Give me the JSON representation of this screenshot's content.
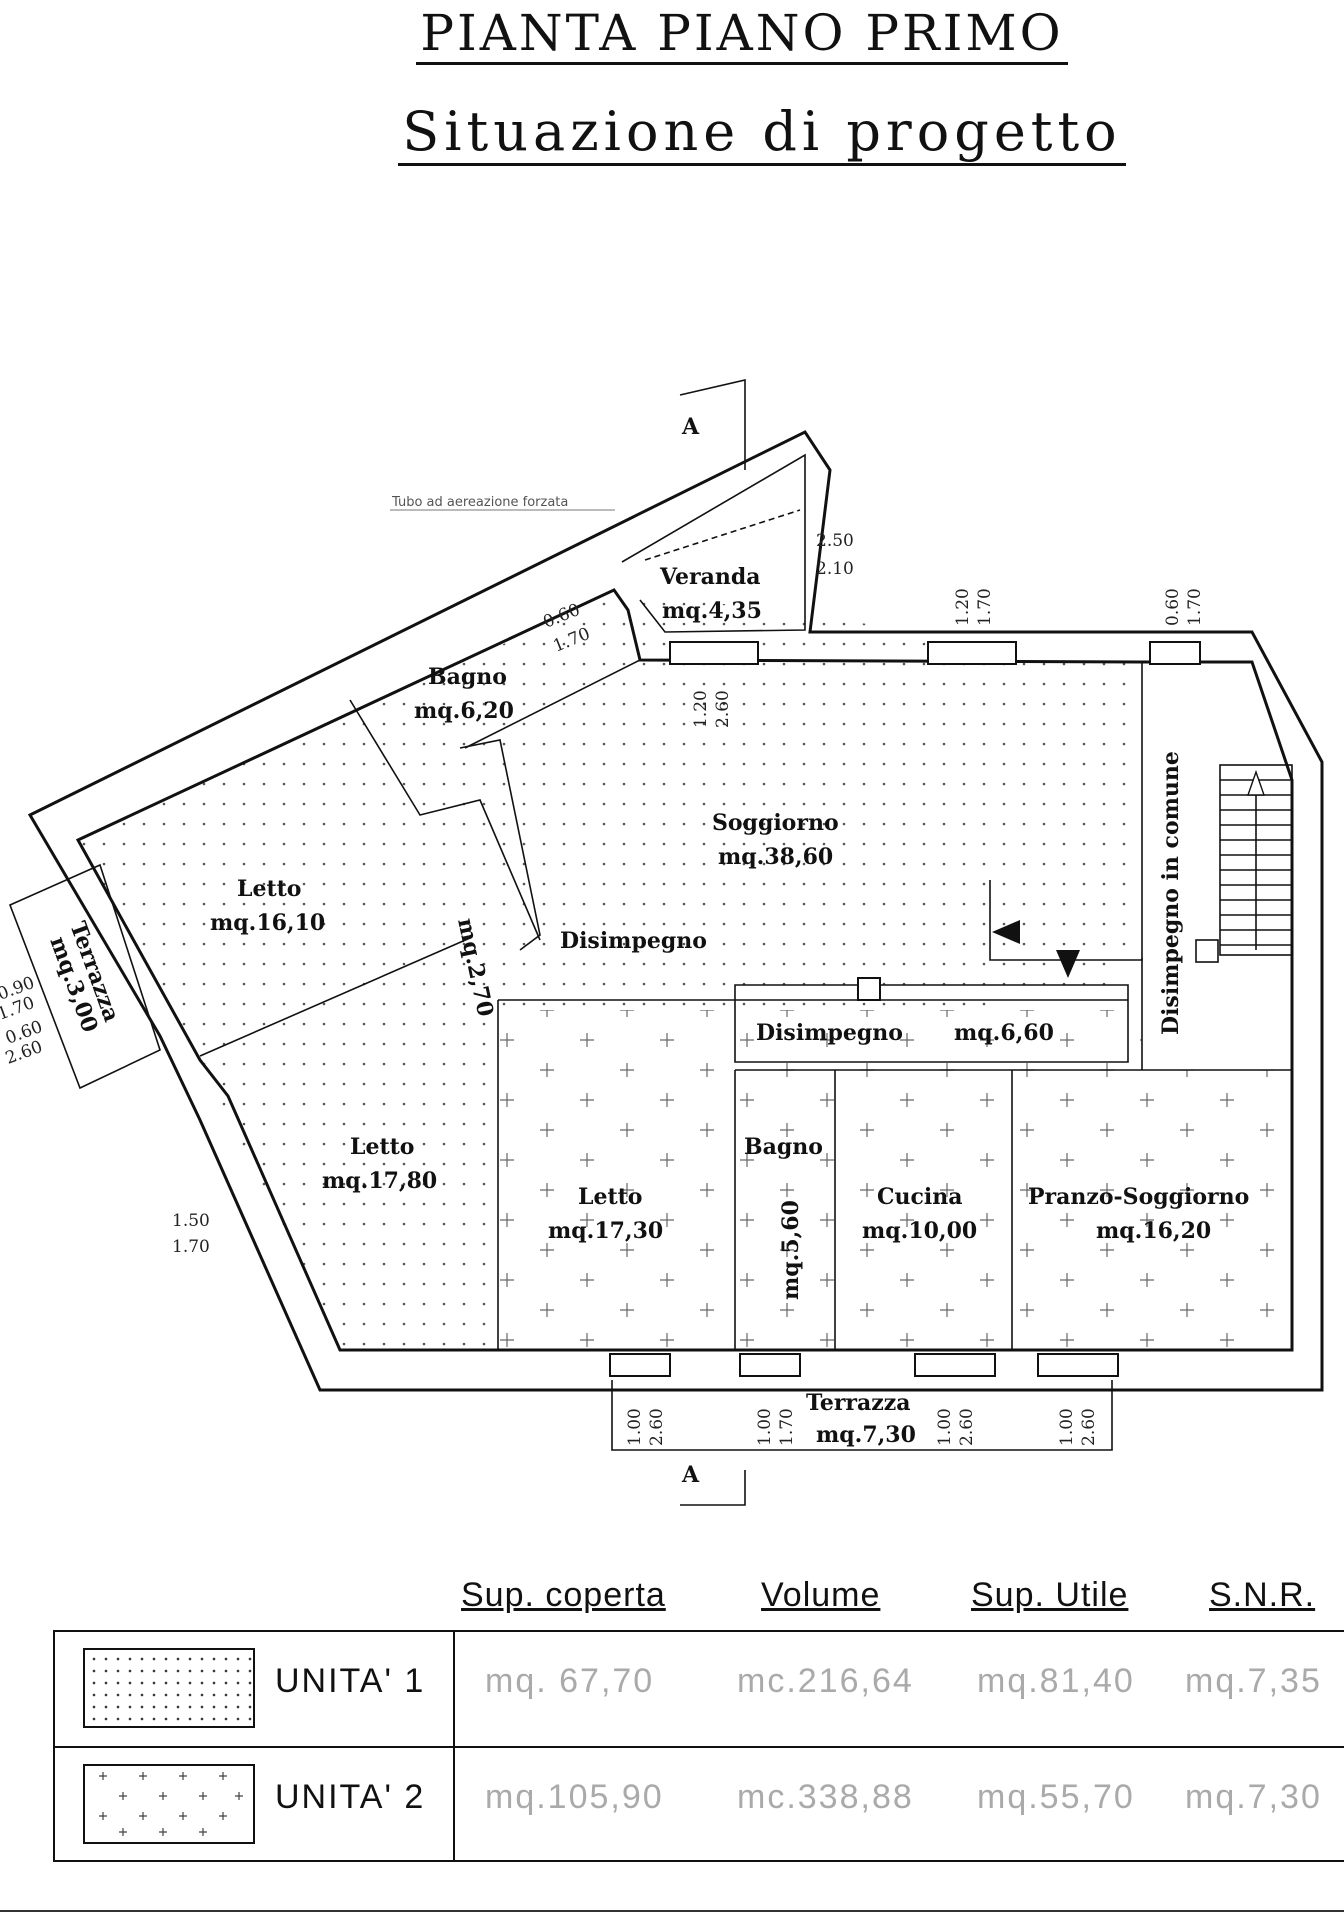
{
  "title": "PIANTA PIANO PRIMO",
  "subtitle": "Situazione di progetto",
  "section_marker": "A",
  "vent_note": "Tubo ad aereazione forzata",
  "rooms": {
    "veranda": {
      "name": "Veranda",
      "area": "mq.4,35"
    },
    "bagno_top": {
      "name": "Bagno",
      "area": "mq.6,20"
    },
    "soggiorno": {
      "name": "Soggiorno",
      "area": "mq.38,60"
    },
    "letto_1": {
      "name": "Letto",
      "area": "mq.16,10"
    },
    "disimpegno_small": {
      "name": "Disimpegno",
      "area": "mq.2,70"
    },
    "terrazza_side": {
      "name": "Terrazza",
      "area": "mq.3,00"
    },
    "letto_2": {
      "name": "Letto",
      "area": "mq.17,80"
    },
    "letto_3": {
      "name": "Letto",
      "area": "mq.17,30"
    },
    "disimpegno_mid": {
      "name": "Disimpegno",
      "area": "mq.6,60"
    },
    "bagno_bottom": {
      "name": "Bagno",
      "area": "mq.5,60"
    },
    "cucina": {
      "name": "Cucina",
      "area": "mq.10,00"
    },
    "pranzo": {
      "name": "Pranzo-Soggiorno",
      "area": "mq.16,20"
    },
    "disimpegno_comune": {
      "name": "Disimpegno in comune"
    },
    "terrazza_bottom": {
      "name": "Terrazza",
      "area": "mq.7,30"
    }
  },
  "dimensions": {
    "veranda_h1": "2.50",
    "veranda_h2": "2.10",
    "win_top_mid_a": "1.20",
    "win_top_mid_b": "1.70",
    "win_top_right_a": "0.60",
    "win_top_right_b": "1.70",
    "win_bagno_a": "0.60",
    "win_bagno_b": "1.70",
    "win_sog_a": "1.20",
    "win_sog_b": "2.60",
    "win_left_1": "0.90",
    "win_left_2": "1.70",
    "win_left_3": "0.60",
    "win_left_4": "2.60",
    "win_letto2_a": "1.50",
    "win_letto2_b": "1.70",
    "win_bot_1a": "1.00",
    "win_bot_1b": "2.60",
    "win_bot_2a": "1.00",
    "win_bot_2b": "1.70",
    "win_bot_3a": "1.00",
    "win_bot_3b": "2.60",
    "win_bot_4a": "1.00",
    "win_bot_4b": "2.60"
  },
  "legend": {
    "headers": [
      "Sup. coperta",
      "Volume",
      "Sup. Utile",
      "S.N.R."
    ],
    "rows": [
      {
        "unit": "UNITA' 1",
        "pattern": "dots",
        "values": [
          "mq. 67,70",
          "mc.216,64",
          "mq.81,40",
          "mq.7,35"
        ]
      },
      {
        "unit": "UNITA' 2",
        "pattern": "crosses",
        "values": [
          "mq.105,90",
          "mc.338,88",
          "mq.55,70",
          "mq.7,30"
        ]
      }
    ]
  },
  "colors": {
    "ink": "#111111",
    "faded_values": "#aaaaaa",
    "paper": "#ffffff"
  }
}
